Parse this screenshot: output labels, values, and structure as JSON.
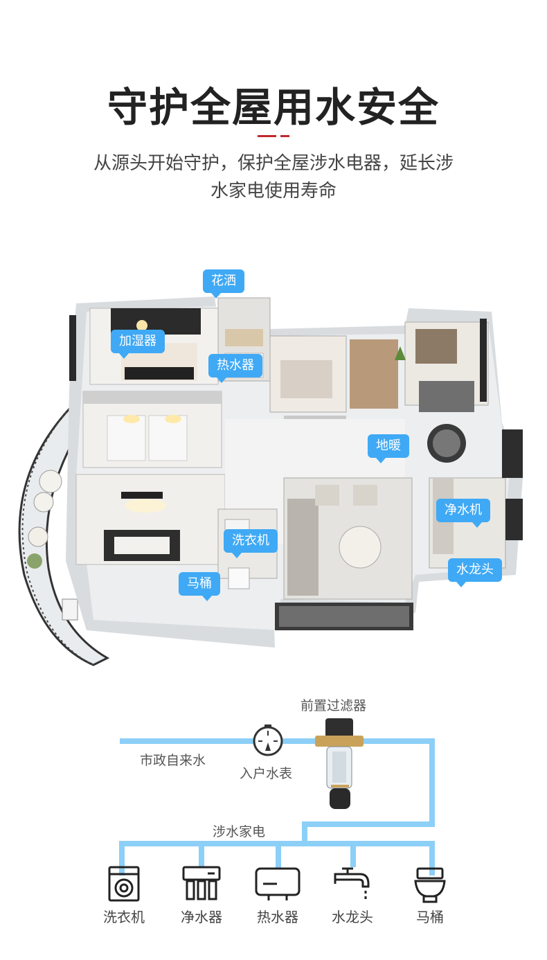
{
  "header": {
    "title": "守护全屋用水安全",
    "subtitle_line1": "从源头开始守护，保护全屋涉水电器，延长涉",
    "subtitle_line2": "水家电使用寿命",
    "accent_color": "#c0272d"
  },
  "house_tags": {
    "shower": "花洒",
    "humidifier": "加湿器",
    "water_heater": "热水器",
    "floor_heating": "地暖",
    "water_purifier": "净水机",
    "faucet": "水龙头",
    "washing_machine": "洗衣机",
    "toilet": "马桶",
    "tag_color": "#3fa9f5"
  },
  "diagram": {
    "pre_filter": "前置过滤器",
    "municipal_water": "市政自来水",
    "water_meter": "入户水表",
    "appliances_label": "涉水家电",
    "pipe_color": "#8ccff7",
    "appliances": [
      {
        "label": "洗衣机",
        "icon": "washing-machine-icon"
      },
      {
        "label": "净水器",
        "icon": "water-purifier-icon"
      },
      {
        "label": "热水器",
        "icon": "water-heater-icon"
      },
      {
        "label": "水龙头",
        "icon": "faucet-icon"
      },
      {
        "label": "马桶",
        "icon": "toilet-icon"
      }
    ]
  }
}
